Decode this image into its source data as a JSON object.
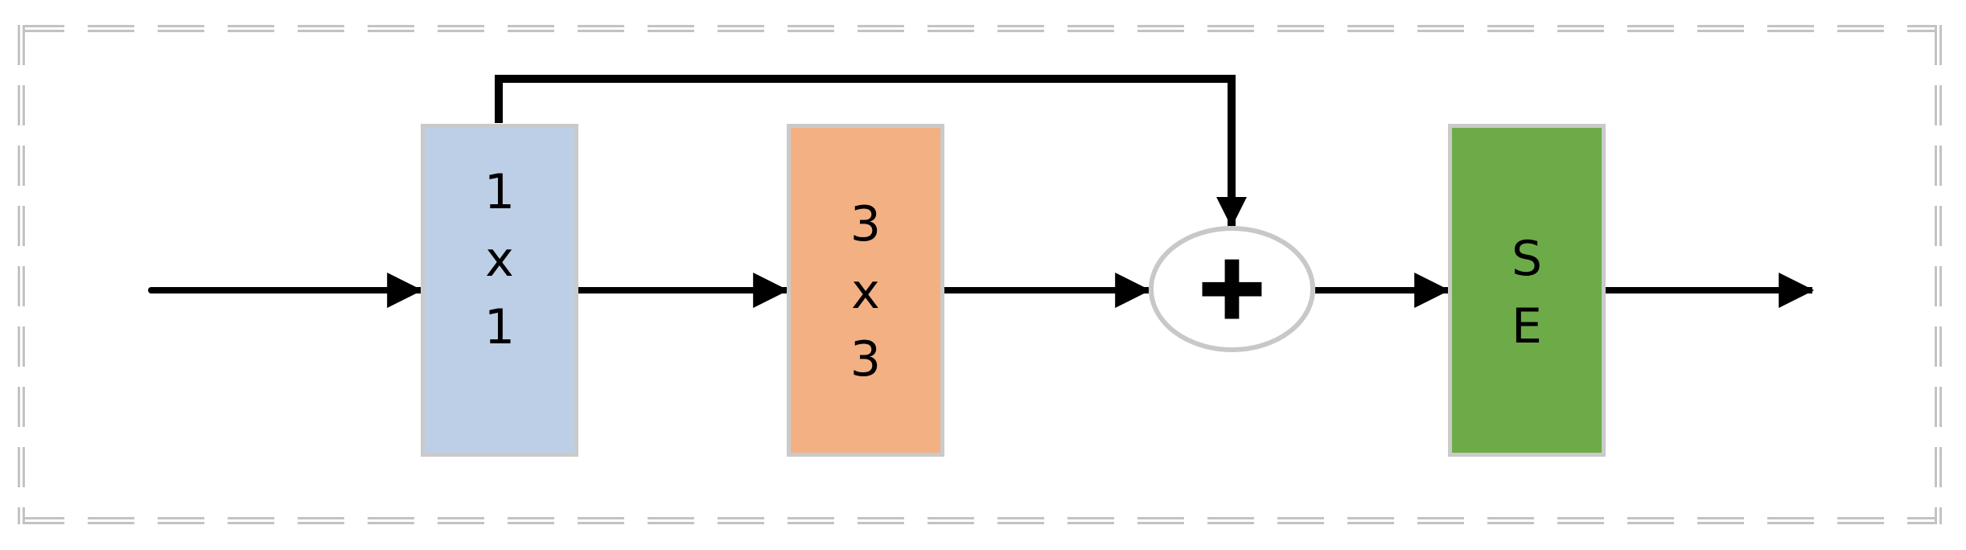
{
  "diagram": {
    "description": "neural-network residual block with squeeze-excitation",
    "background_color": "#ffffff",
    "outer_border_color": "#c3c3c3",
    "arrow_color": "#000000",
    "block_border_color": "#cacaca",
    "blocks": [
      {
        "name": "conv-1x1",
        "lines": [
          "1",
          "x",
          "1"
        ],
        "fill_color": "#bccfe7"
      },
      {
        "name": "conv-3x3",
        "lines": [
          "3",
          "x",
          "3"
        ],
        "fill_color": "#f3b083"
      },
      {
        "name": "squeeze-excitation",
        "lines": [
          "S",
          "E"
        ],
        "fill_color": "#6dab49"
      }
    ],
    "sum_node": {
      "symbol": "+",
      "fill_color": "#ffffff",
      "border_color": "#c8c8c8"
    },
    "connectors": [
      {
        "name": "input-arrow"
      },
      {
        "name": "conv1x1-to-conv3x3-arrow"
      },
      {
        "name": "conv3x3-to-sum-arrow"
      },
      {
        "name": "skip-connection-arrow"
      },
      {
        "name": "sum-to-se-arrow"
      },
      {
        "name": "output-arrow"
      }
    ]
  }
}
